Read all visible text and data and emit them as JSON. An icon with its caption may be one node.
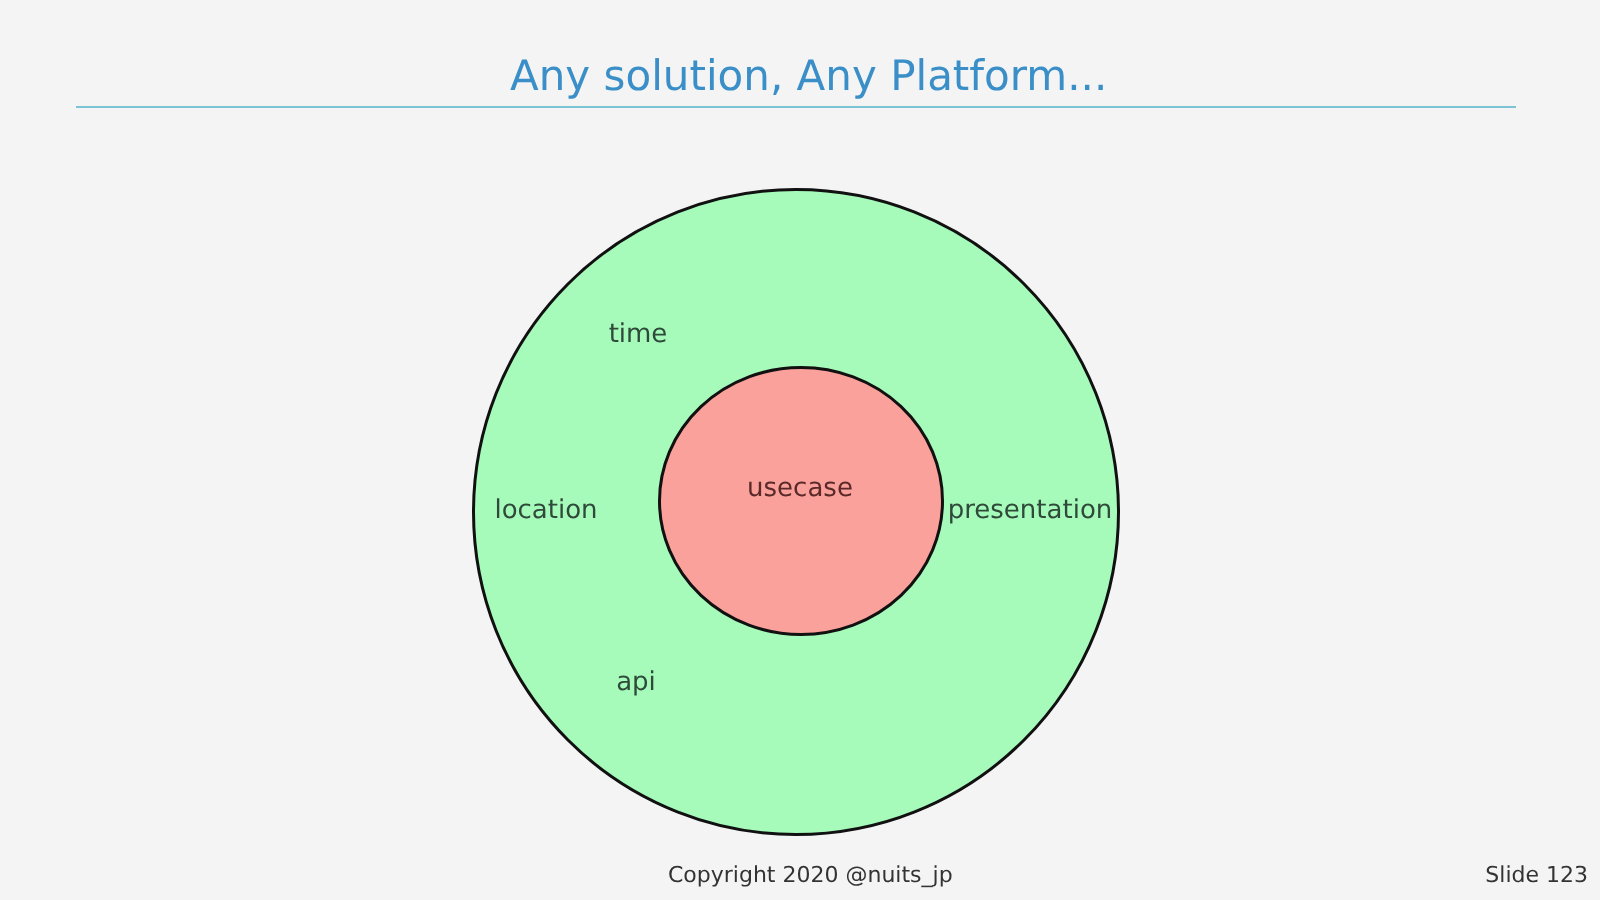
{
  "diagram": {
    "title": "Any solution, Any Platform...",
    "nodes": [
      {
        "text": [
          "time",
          "location",
          "api",
          "presentation"
        ]
      },
      {
        "text": [
          "usecase"
        ],
        "in": 0
      }
    ],
    "edges": [],
    "labels": [
      "Copyright 2020 @nuits_jp",
      "Slide 123"
    ]
  }
}
